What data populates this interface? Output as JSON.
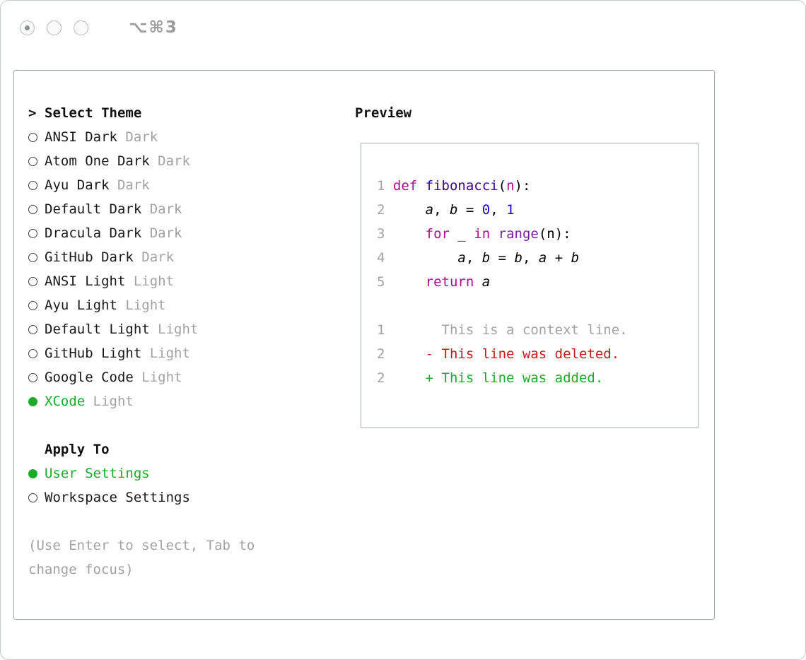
{
  "window": {
    "shortcut_label": "⌥⌘3"
  },
  "colors": {
    "selected_green": "#1aab29",
    "muted_gray": "#a2a2a2",
    "panel_border": "#9ba3a9",
    "code_keyword": "#a90d91",
    "code_function": "#3900a0",
    "code_builtin": "#7a219e",
    "code_number": "#1c00cf",
    "diff_deleted": "#c41a16",
    "diff_added": "#1aab29"
  },
  "theme_list": {
    "prompt": ">",
    "title": "Select Theme",
    "items": [
      {
        "name": "ANSI Dark",
        "variant": "Dark",
        "selected": false
      },
      {
        "name": "Atom One Dark",
        "variant": "Dark",
        "selected": false
      },
      {
        "name": "Ayu Dark",
        "variant": "Dark",
        "selected": false
      },
      {
        "name": "Default Dark",
        "variant": "Dark",
        "selected": false
      },
      {
        "name": "Dracula Dark",
        "variant": "Dark",
        "selected": false
      },
      {
        "name": "GitHub Dark",
        "variant": "Dark",
        "selected": false
      },
      {
        "name": "ANSI Light",
        "variant": "Light",
        "selected": false
      },
      {
        "name": "Ayu Light",
        "variant": "Light",
        "selected": false
      },
      {
        "name": "Default Light",
        "variant": "Light",
        "selected": false
      },
      {
        "name": "GitHub Light",
        "variant": "Light",
        "selected": false
      },
      {
        "name": "Google Code",
        "variant": "Light",
        "selected": false
      },
      {
        "name": "XCode",
        "variant": "Light",
        "selected": true
      }
    ]
  },
  "apply_to": {
    "title": "Apply To",
    "options": [
      {
        "name": "User Settings",
        "selected": true
      },
      {
        "name": "Workspace Settings",
        "selected": false
      }
    ]
  },
  "help": {
    "lines": [
      "(Use Enter to select, Tab to",
      "change focus)"
    ]
  },
  "preview": {
    "title": "Preview",
    "code_lines": [
      {
        "num": "1",
        "tokens": [
          {
            "t": "def",
            "s": "keyword"
          },
          {
            "t": " ",
            "s": "plain"
          },
          {
            "t": "fibonacci",
            "s": "function"
          },
          {
            "t": "(",
            "s": "plain"
          },
          {
            "t": "n",
            "s": "keyword"
          },
          {
            "t": "):",
            "s": "plain"
          }
        ]
      },
      {
        "num": "2",
        "tokens": [
          {
            "t": "    ",
            "s": "plain"
          },
          {
            "t": "a",
            "s": "variable"
          },
          {
            "t": ", ",
            "s": "plain"
          },
          {
            "t": "b",
            "s": "variable"
          },
          {
            "t": " = ",
            "s": "plain"
          },
          {
            "t": "0",
            "s": "number"
          },
          {
            "t": ", ",
            "s": "plain"
          },
          {
            "t": "1",
            "s": "number"
          }
        ]
      },
      {
        "num": "3",
        "tokens": [
          {
            "t": "    ",
            "s": "plain"
          },
          {
            "t": "for",
            "s": "keyword"
          },
          {
            "t": " _ ",
            "s": "plain"
          },
          {
            "t": "in",
            "s": "keyword"
          },
          {
            "t": " ",
            "s": "plain"
          },
          {
            "t": "range",
            "s": "builtin"
          },
          {
            "t": "(n):",
            "s": "plain"
          }
        ]
      },
      {
        "num": "4",
        "tokens": [
          {
            "t": "        ",
            "s": "plain"
          },
          {
            "t": "a",
            "s": "variable"
          },
          {
            "t": ", ",
            "s": "plain"
          },
          {
            "t": "b",
            "s": "variable"
          },
          {
            "t": " = ",
            "s": "plain"
          },
          {
            "t": "b",
            "s": "variable"
          },
          {
            "t": ", ",
            "s": "plain"
          },
          {
            "t": "a",
            "s": "variable"
          },
          {
            "t": " + ",
            "s": "plain"
          },
          {
            "t": "b",
            "s": "variable"
          }
        ]
      },
      {
        "num": "5",
        "tokens": [
          {
            "t": "    ",
            "s": "plain"
          },
          {
            "t": "return",
            "s": "keyword"
          },
          {
            "t": " ",
            "s": "plain"
          },
          {
            "t": "a",
            "s": "variable"
          }
        ]
      },
      {
        "num": "",
        "tokens": []
      },
      {
        "num": "1",
        "tokens": [
          {
            "t": "      This is a context line.",
            "s": "context"
          }
        ]
      },
      {
        "num": "2",
        "tokens": [
          {
            "t": "    - This line was deleted.",
            "s": "deleted"
          }
        ]
      },
      {
        "num": "2",
        "tokens": [
          {
            "t": "    + This line was added.",
            "s": "added"
          }
        ]
      }
    ]
  }
}
